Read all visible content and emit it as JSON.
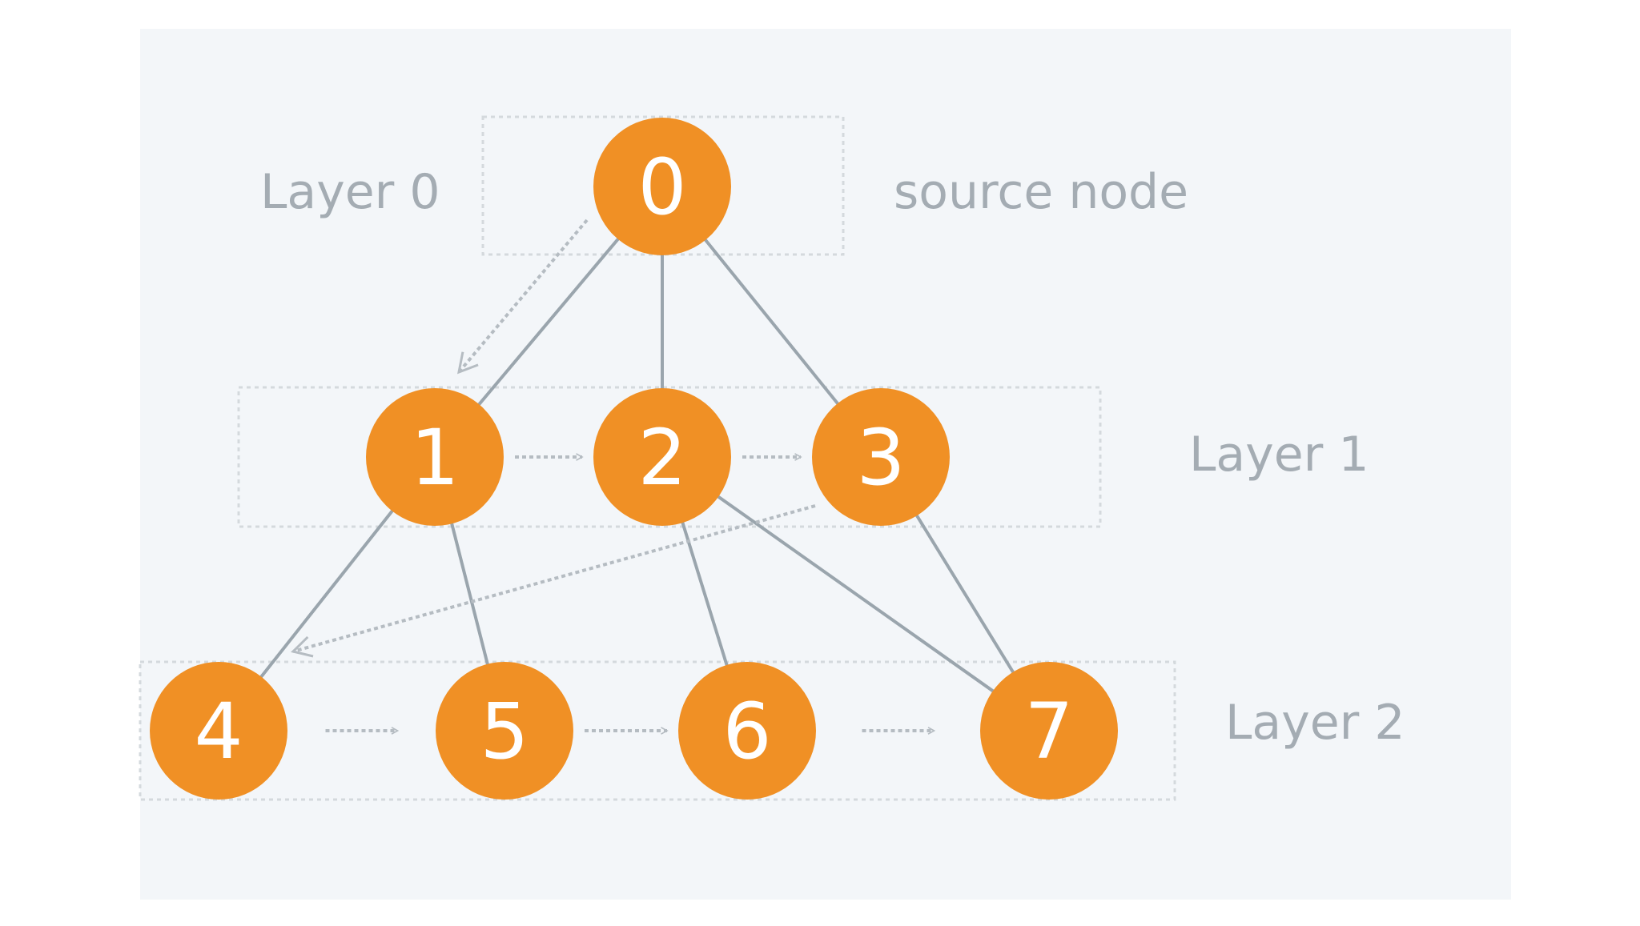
{
  "colors": {
    "background_panel": "#f3f6f9",
    "node_fill": "#f09025",
    "node_text": "#ffffff",
    "edge": "#9aa5ad",
    "dotted": "#b5bcc2",
    "label_text": "#a4acb3"
  },
  "labels": {
    "layer_0": "Layer 0",
    "layer_1": "Layer 1",
    "layer_2": "Layer 2",
    "source": "source node"
  },
  "nodes": [
    {
      "id": "0",
      "label": "0",
      "layer": 0
    },
    {
      "id": "1",
      "label": "1",
      "layer": 1
    },
    {
      "id": "2",
      "label": "2",
      "layer": 1
    },
    {
      "id": "3",
      "label": "3",
      "layer": 1
    },
    {
      "id": "4",
      "label": "4",
      "layer": 2
    },
    {
      "id": "5",
      "label": "5",
      "layer": 2
    },
    {
      "id": "6",
      "label": "6",
      "layer": 2
    },
    {
      "id": "7",
      "label": "7",
      "layer": 2
    }
  ],
  "edges": [
    {
      "from": "0",
      "to": "1"
    },
    {
      "from": "0",
      "to": "2"
    },
    {
      "from": "0",
      "to": "3"
    },
    {
      "from": "1",
      "to": "4"
    },
    {
      "from": "1",
      "to": "5"
    },
    {
      "from": "2",
      "to": "6"
    },
    {
      "from": "2",
      "to": "7"
    },
    {
      "from": "3",
      "to": "7"
    }
  ],
  "traversal_arrows": [
    {
      "from": "0",
      "to": "1"
    },
    {
      "from": "1",
      "to": "2"
    },
    {
      "from": "2",
      "to": "3"
    },
    {
      "from": "3",
      "to": "4"
    },
    {
      "from": "4",
      "to": "5"
    },
    {
      "from": "5",
      "to": "6"
    },
    {
      "from": "6",
      "to": "7"
    }
  ]
}
